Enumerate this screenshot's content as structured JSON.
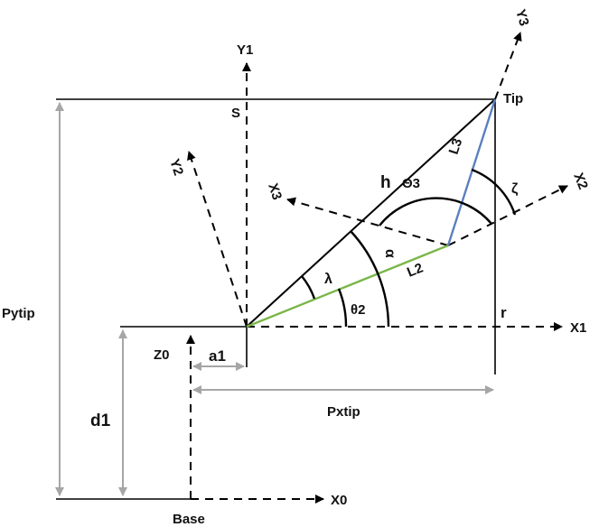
{
  "diagram": {
    "labels": {
      "y1": "Y1",
      "s": "S",
      "y2": "Y2",
      "x3": "X3",
      "y3": "Y3",
      "x2": "X2",
      "x1": "X1",
      "x0": "X0",
      "z0": "Z0",
      "tip": "Tip",
      "base": "Base",
      "h": "h",
      "l3": "L3",
      "l2": "L2",
      "theta3": "Θ3",
      "zeta": "ζ",
      "lambda": "λ",
      "alpha": "α",
      "theta2": "θ2",
      "r": "r",
      "a1": "a1",
      "d1": "d1",
      "pytip": "Pytip",
      "pxtip": "Pxtip"
    },
    "colors": {
      "link_l2": "#7ab648",
      "link_l3": "#5b7fbf",
      "dimension": "#a6a6a6"
    }
  }
}
